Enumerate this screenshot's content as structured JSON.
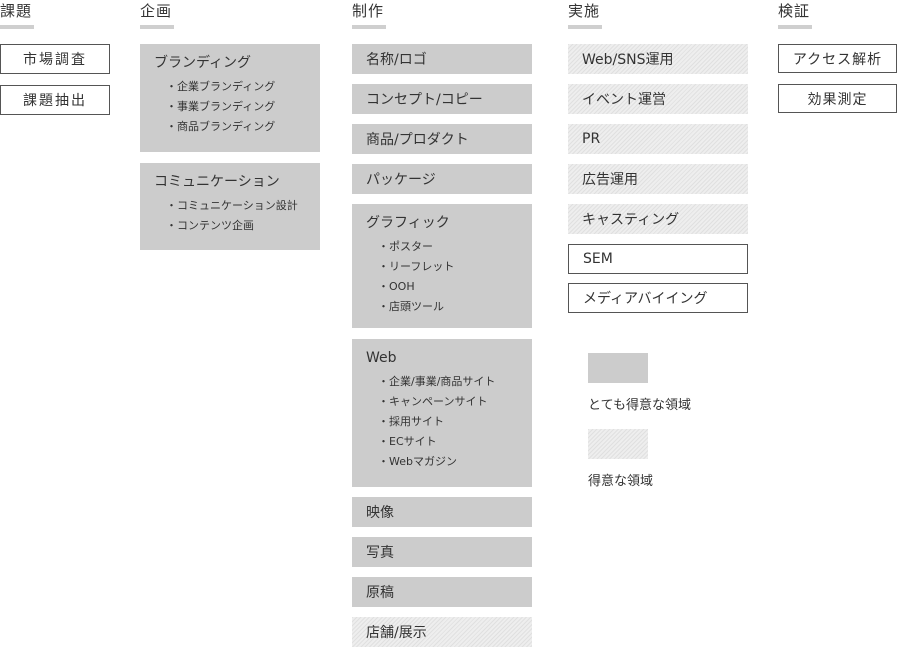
{
  "columns": [
    {
      "label": "課題"
    },
    {
      "label": "企画"
    },
    {
      "label": "制作"
    },
    {
      "label": "実施"
    },
    {
      "label": "検証"
    }
  ],
  "kadai": [
    "市場調査",
    "課題抽出"
  ],
  "kikaku": [
    {
      "title": "ブランディング",
      "items": [
        "・企業ブランディング",
        "・事業ブランディング",
        "・商品ブランディング"
      ]
    },
    {
      "title": "コミュニケーション",
      "items": [
        "・コミュニケーション設計",
        "・コンテンツ企画"
      ]
    }
  ],
  "seisaku": {
    "top": [
      "名称/ロゴ",
      "コンセプト/コピー",
      "商品/プロダクト",
      "パッケージ"
    ],
    "graphic": {
      "title": "グラフィック",
      "items": [
        "・ポスター",
        "・リーフレット",
        "・OOH",
        "・店頭ツール"
      ]
    },
    "web": {
      "title": "Web",
      "items": [
        "・企業/事業/商品サイト",
        "・キャンペーンサイト",
        "・採用サイト",
        "・ECサイト",
        "・Webマガジン"
      ]
    },
    "bottom": [
      "映像",
      "写真",
      "原稿"
    ],
    "last": "店舗/展示"
  },
  "jisshi": [
    "Web/SNS運用",
    "イベント運営",
    "PR",
    "広告運用",
    "キャスティング",
    "SEM",
    "メディアバイイング"
  ],
  "kensho": [
    "アクセス解析",
    "効果測定"
  ],
  "legend": {
    "strong": "とても得意な領域",
    "good": "得意な領域"
  },
  "colors": {
    "strong": "#cccccc",
    "good_hatch": "#eeeeee",
    "border": "#555555",
    "bar": "#cfcfcf"
  }
}
